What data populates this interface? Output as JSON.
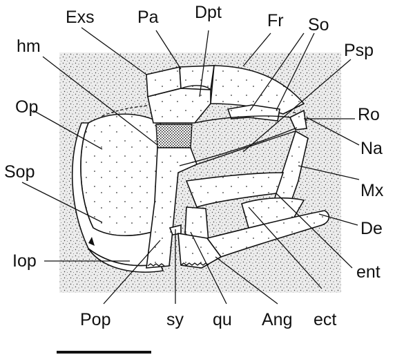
{
  "labels": {
    "exs": "Exs",
    "pa": "Pa",
    "dpt": "Dpt",
    "fr": "Fr",
    "so": "So",
    "psp": "Psp",
    "hm": "hm",
    "op": "Op",
    "ro": "Ro",
    "na": "Na",
    "sop": "Sop",
    "mx": "Mx",
    "de": "De",
    "iop": "Iop",
    "ent": "ent",
    "pop": "Pop",
    "sy": "sy",
    "qu": "qu",
    "ang": "Ang",
    "ect": "ect"
  },
  "colors": {
    "ink": "#111111",
    "matrix": "#e2e2e2",
    "paper": "#ffffff"
  }
}
